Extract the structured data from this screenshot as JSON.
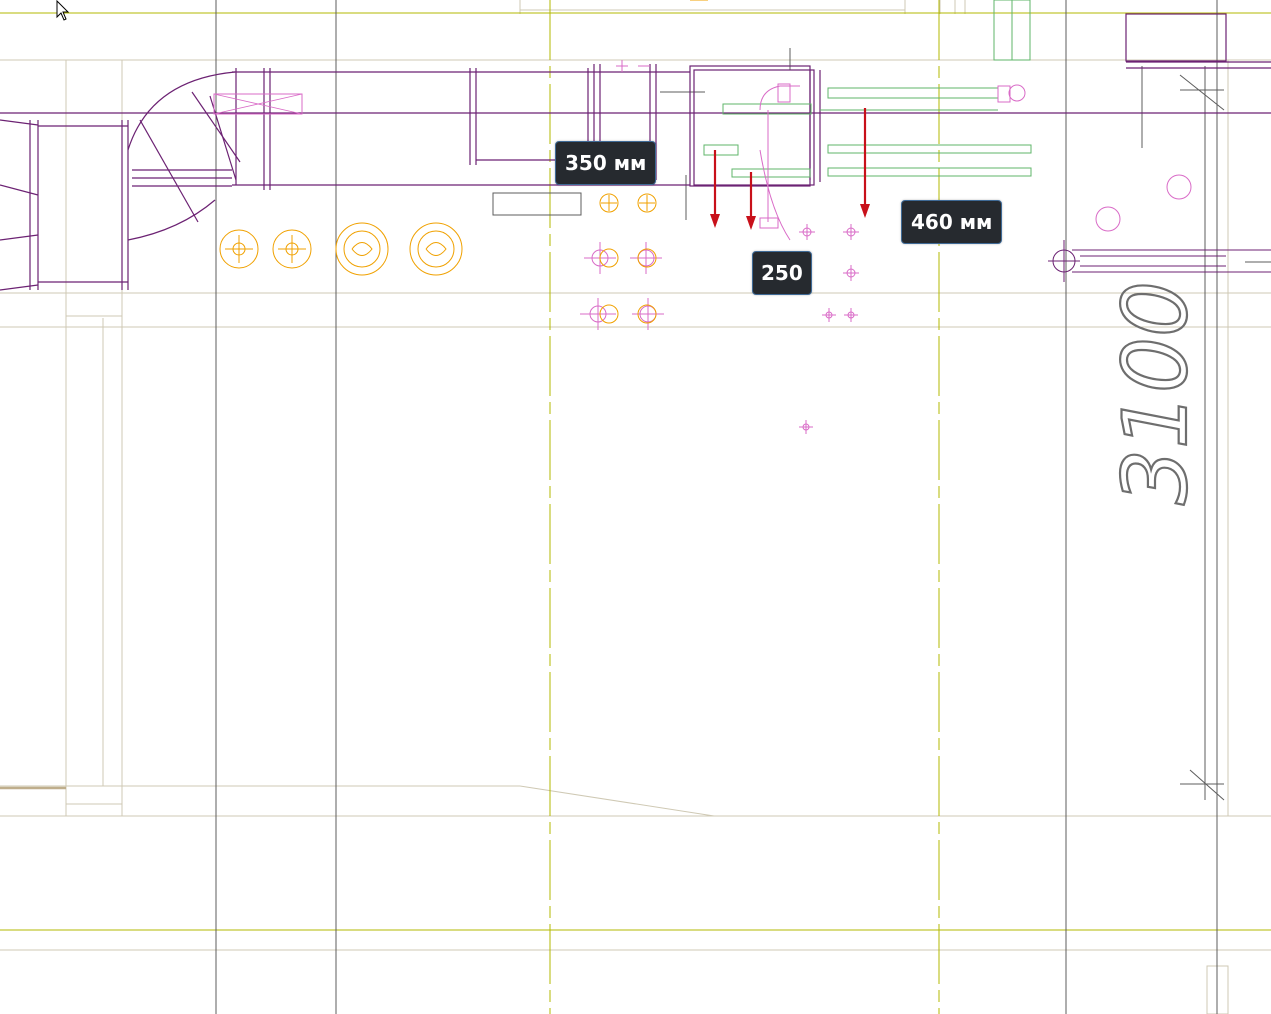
{
  "colors": {
    "duct": "#6c2273",
    "grid_olive": "#b3b800",
    "beige": "#cfc9b4",
    "gray": "#5c5c5c",
    "green": "#5fb56a",
    "pink": "#d96bc7",
    "orange": "#f0a100",
    "arrow_red": "#c8101a",
    "tag_bg": "#262a2f",
    "tag_border": "#3f6a96"
  },
  "annotations": {
    "dim_350": "350 мм",
    "dim_460": "460 мм",
    "dim_250": "250"
  },
  "drawing": {
    "height_dimension": "3100"
  },
  "icons": {
    "cursor": "mouse-pointer-icon"
  }
}
